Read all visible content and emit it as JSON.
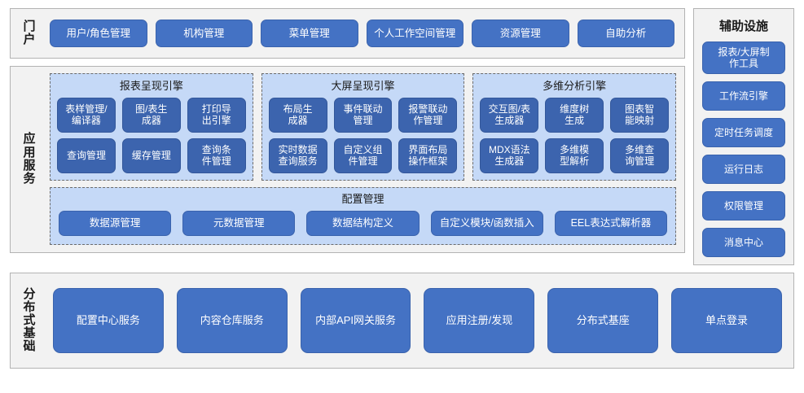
{
  "diagram": {
    "title_portal": "门\n户",
    "title_app_service": "应\n用\n服\n务",
    "title_distributed_base": "分\n布\n式\n基\n础",
    "title_aux": "辅助设施",
    "colors": {
      "button_blue": "#4472c4",
      "button_blue_dark": "#3c64ae",
      "panel_light_blue": "#c5d9f7",
      "band_gray": "#f2f2f2",
      "border_gray": "#b3b3b3",
      "dash_gray": "#6b6b6b",
      "text_white": "#ffffff",
      "text_black": "#1a1a1a"
    }
  },
  "portal": {
    "buttons": [
      {
        "label": "用户/角色管理"
      },
      {
        "label": "机构管理"
      },
      {
        "label": "菜单管理"
      },
      {
        "label": "个人工作空间管理"
      },
      {
        "label": "资源管理"
      },
      {
        "label": "自助分析"
      }
    ]
  },
  "app_service": {
    "engines": [
      {
        "title": "报表呈现引擎",
        "items": [
          {
            "label": "表样管理/\n编译器"
          },
          {
            "label": "图/表生\n成器"
          },
          {
            "label": "打印导\n出引擎"
          },
          {
            "label": "查询管理"
          },
          {
            "label": "缓存管理"
          },
          {
            "label": "查询条\n件管理"
          }
        ]
      },
      {
        "title": "大屏呈现引擎",
        "items": [
          {
            "label": "布局生\n成器"
          },
          {
            "label": "事件联动\n管理"
          },
          {
            "label": "报警联动\n作管理"
          },
          {
            "label": "实时数据\n查询服务"
          },
          {
            "label": "自定义组\n件管理"
          },
          {
            "label": "界面布局\n操作框架"
          }
        ]
      },
      {
        "title": "多维分析引擎",
        "items": [
          {
            "label": "交互图/表\n生成器"
          },
          {
            "label": "维度树\n生成"
          },
          {
            "label": "图表智\n能映射"
          },
          {
            "label": "MDX语法\n生成器"
          },
          {
            "label": "多维模\n型解析"
          },
          {
            "label": "多维查\n询管理"
          }
        ]
      }
    ],
    "config": {
      "title": "配置管理",
      "items": [
        {
          "label": "数据源管理"
        },
        {
          "label": "元数据管理"
        },
        {
          "label": "数据结构定义"
        },
        {
          "label": "自定义模块/函数插入"
        },
        {
          "label": "EEL表达式解析器"
        }
      ]
    }
  },
  "aux": {
    "title": "辅助设施",
    "items": [
      {
        "label": "报表/大屏制\n作工具"
      },
      {
        "label": "工作流引擎"
      },
      {
        "label": "定时任务调度"
      },
      {
        "label": "运行日志"
      },
      {
        "label": "权限管理"
      },
      {
        "label": "消息中心"
      }
    ]
  },
  "distributed_base": {
    "buttons": [
      {
        "label": "配置中心服务"
      },
      {
        "label": "内容仓库服务"
      },
      {
        "label": "内部API网关服务"
      },
      {
        "label": "应用注册/发现"
      },
      {
        "label": "分布式基座"
      },
      {
        "label": "单点登录"
      }
    ]
  }
}
